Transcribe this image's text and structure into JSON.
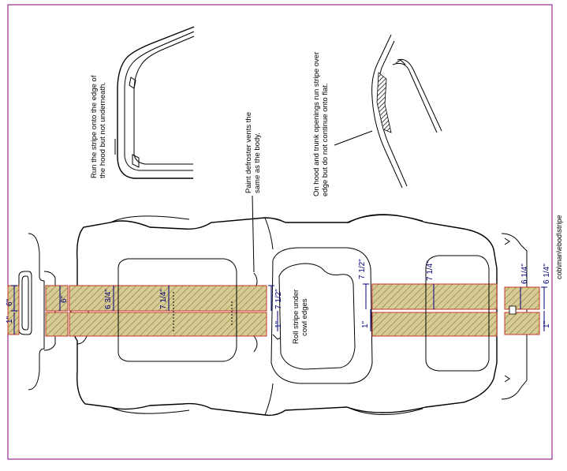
{
  "diagram": {
    "notes": {
      "hood_edge": [
        "Run the stripe onto the edge of",
        "the hood but not underneath."
      ],
      "defroster": [
        "Paint defroster vents the",
        "same as the body."
      ],
      "openings": [
        "On hood and trunk openings run stripe over",
        "edge but do not continue onto flat."
      ],
      "roll": [
        "Roll stripe under",
        "cowl edges"
      ]
    },
    "dimensions": {
      "front_bumper_stripe": "6\"",
      "front_bumper_gap": "1\"",
      "front_grille": "6\"",
      "hood_stripe": "6 3/4\"",
      "hood_gap_left": "7 1/4\"",
      "cowl_stripe": "7 1/2\"",
      "cowl_gap": "1\"",
      "rear_cowl_stripe": "7 1/2\"",
      "rear_cowl_gap": "1\"",
      "trunk_stripe": "7 1/4\"",
      "rear_bumper_stripe": "6 1/4\"",
      "rear_bumper_gap": "1\"",
      "rear_bumper_stripe2": "6 1/4\""
    },
    "file_path": "cob\\man\\ebod\\stripe",
    "colors": {
      "frame": "#800080",
      "stripe_fill": "#c9b97a",
      "stripe_edge": "#c0392b",
      "dimension": "#00007a"
    }
  }
}
